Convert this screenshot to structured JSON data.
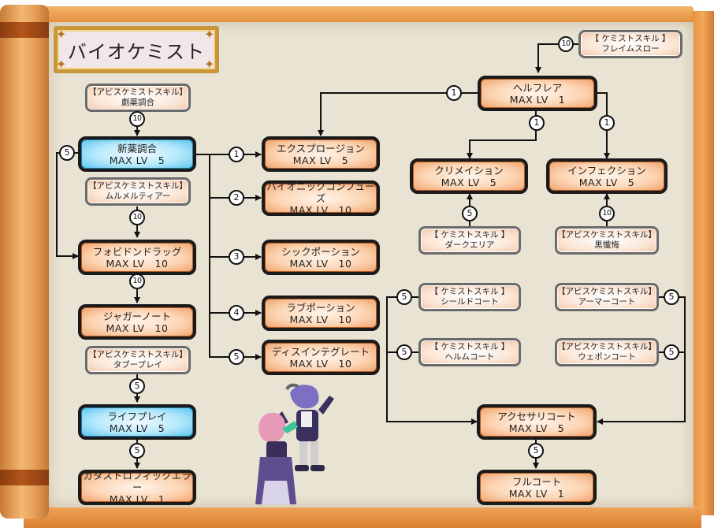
{
  "title": "バイオケミスト",
  "level_prefix": "MAX LV",
  "nodes": {
    "prereq_zaiyaku": {
      "line1": "【アビスケミストスキル】",
      "line2": "劇薬調合"
    },
    "shinyaku": {
      "name": "新薬調合",
      "lvl": "MAX LV　5"
    },
    "prereq_mulmel": {
      "line1": "【アビスケミストスキル】",
      "line2": "ムルメルティアー"
    },
    "forbidden": {
      "name": "フォビドンドラッグ",
      "lvl": "MAX LV　10"
    },
    "juggernaut": {
      "name": "ジャガーノート",
      "lvl": "MAX LV　10"
    },
    "prereq_tablay": {
      "line1": "【アビスケミストスキル】",
      "line2": "タブープレイ"
    },
    "lifeplay": {
      "name": "ライフプレイ",
      "lvl": "MAX LV　5"
    },
    "catastrophic": {
      "name": "カタストロフィックエラー",
      "lvl": "MAX LV　1"
    },
    "explosion": {
      "name": "エクスプロージョン",
      "lvl": "MAX LV　5"
    },
    "bionic": {
      "name": "バイオニックコンフューズ",
      "lvl": "MAX LV　10"
    },
    "sickpotion": {
      "name": "シックポーション",
      "lvl": "MAX LV　10"
    },
    "lovepotion": {
      "name": "ラブポーション",
      "lvl": "MAX LV　10"
    },
    "disintegrate": {
      "name": "ディスインテグレート",
      "lvl": "MAX LV　10"
    },
    "prereq_flame": {
      "line1": "【 ケミストスキル 】",
      "line2": "フレイムスロー"
    },
    "hellflare": {
      "name": "ヘルフレア",
      "lvl": "MAX LV　1"
    },
    "cremation": {
      "name": "クリメイション",
      "lvl": "MAX LV　5"
    },
    "infection": {
      "name": "インフェクション",
      "lvl": "MAX LV　5"
    },
    "prereq_darkarea": {
      "line1": "【 ケミストスキル 】",
      "line2": "ダークエリア"
    },
    "prereq_kokuzange": {
      "line1": "【アビスケミストスキル】",
      "line2": "黒懺悔"
    },
    "prereq_shield": {
      "line1": "【 ケミストスキル 】",
      "line2": "シールドコート"
    },
    "prereq_helm": {
      "line1": "【 ケミストスキル 】",
      "line2": "ヘルムコート"
    },
    "prereq_armor": {
      "line1": "【アビスケミストスキル】",
      "line2": "アーマーコート"
    },
    "prereq_weapon": {
      "line1": "【アビスケミストスキル】",
      "line2": "ウェポンコート"
    },
    "accessory": {
      "name": "アクセサリコート",
      "lvl": "MAX LV　5"
    },
    "fullcoat": {
      "name": "フルコート",
      "lvl": "MAX LV　1"
    }
  },
  "badges": {
    "zaiyaku_to_shinyaku": "10",
    "shinyaku_to_forbidden": "5",
    "mulmel_to_forbidden": "10",
    "forbidden_to_juggernaut": "10",
    "tablay_to_lifeplay": "5",
    "lifeplay_to_catastrophic": "5",
    "to_explosion": "1",
    "to_bionic": "2",
    "to_sickpotion": "3",
    "to_lovepotion": "4",
    "to_disintegrate": "5",
    "flame_to_hellflare": "10",
    "hellflare_to_explosion": "1",
    "hellflare_to_cremation": "1",
    "hellflare_to_infection": "1",
    "darkarea_to_cremation": "5",
    "kokuzange_to_infection": "10",
    "shield_to_accessory": "5",
    "helm_to_accessory": "5",
    "armor_to_accessory": "5",
    "weapon_to_accessory": "5",
    "accessory_to_fullcoat": "5"
  },
  "colors": {
    "skill_orange": "#f0a06a",
    "skill_blue": "#55c3ee",
    "prereq_peach": "#fbe7d8",
    "parchment": "#e9e3d4",
    "frame_orange": "#e6903d"
  },
  "illustration": "biochemist-characters"
}
